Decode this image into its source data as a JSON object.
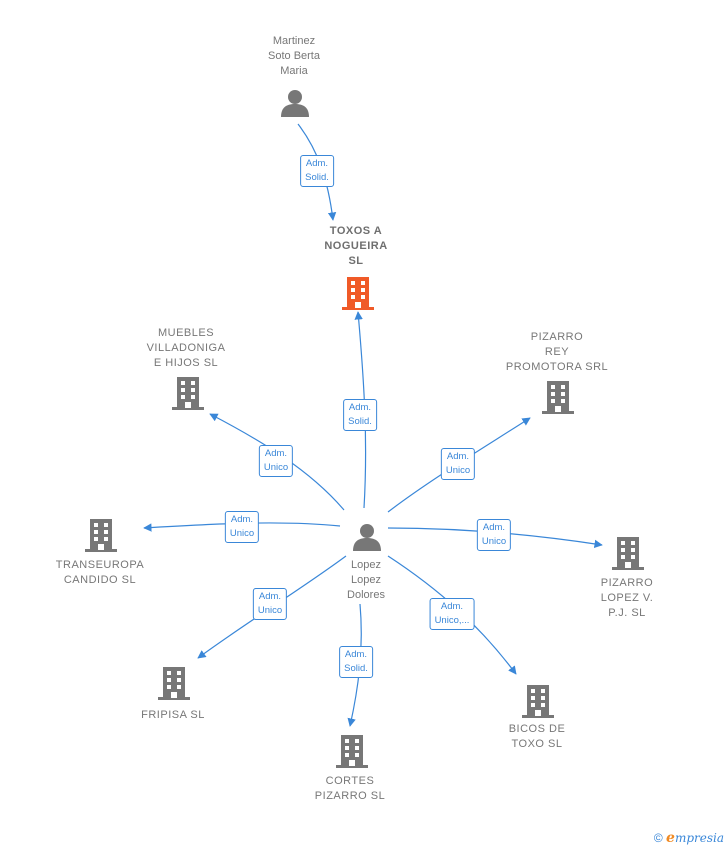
{
  "colors": {
    "edge": "#3a87d8",
    "icon_gray": "#777777",
    "highlight": "#f05a28"
  },
  "nodes": {
    "martinez": {
      "label": "Martinez\nSoto Berta\nMaria",
      "icon": "person-icon"
    },
    "toxos": {
      "label": "TOXOS A\nNOGUEIRA\nSL",
      "icon": "building-icon"
    },
    "muebles": {
      "label": "MUEBLES\nVILLADONIGA\nE HIJOS  SL",
      "icon": "building-icon"
    },
    "pizarro_rey": {
      "label": "PIZARRO\nREY\nPROMOTORA SRL",
      "icon": "building-icon"
    },
    "transeuropa": {
      "label": "TRANSEUROPA\nCANDIDO SL",
      "icon": "building-icon"
    },
    "lopez": {
      "label": "Lopez\nLopez\nDolores",
      "icon": "person-icon"
    },
    "pizarro_lopez": {
      "label": "PIZARRO\nLOPEZ V.\nP.J.  SL",
      "icon": "building-icon"
    },
    "fripisa": {
      "label": "FRIPISA  SL",
      "icon": "building-icon"
    },
    "bicos": {
      "label": "BICOS DE\nTOXO  SL",
      "icon": "building-icon"
    },
    "cortes": {
      "label": "CORTES\nPIZARRO  SL",
      "icon": "building-icon"
    }
  },
  "edges": {
    "martinez_toxos": "Adm.\nSolid.",
    "lopez_toxos": "Adm.\nSolid.",
    "lopez_muebles": "Adm.\nUnico",
    "lopez_pizarro_rey": "Adm.\nUnico",
    "lopez_transeuropa": "Adm.\nUnico",
    "lopez_pizarro_lopez": "Adm.\nUnico",
    "lopez_fripisa": "Adm.\nUnico",
    "lopez_bicos": "Adm.\nUnico,...",
    "lopez_cortes": "Adm.\nSolid."
  },
  "footer": {
    "copyright": "©",
    "brand_e": "e",
    "brand_rest": "mpresia"
  }
}
